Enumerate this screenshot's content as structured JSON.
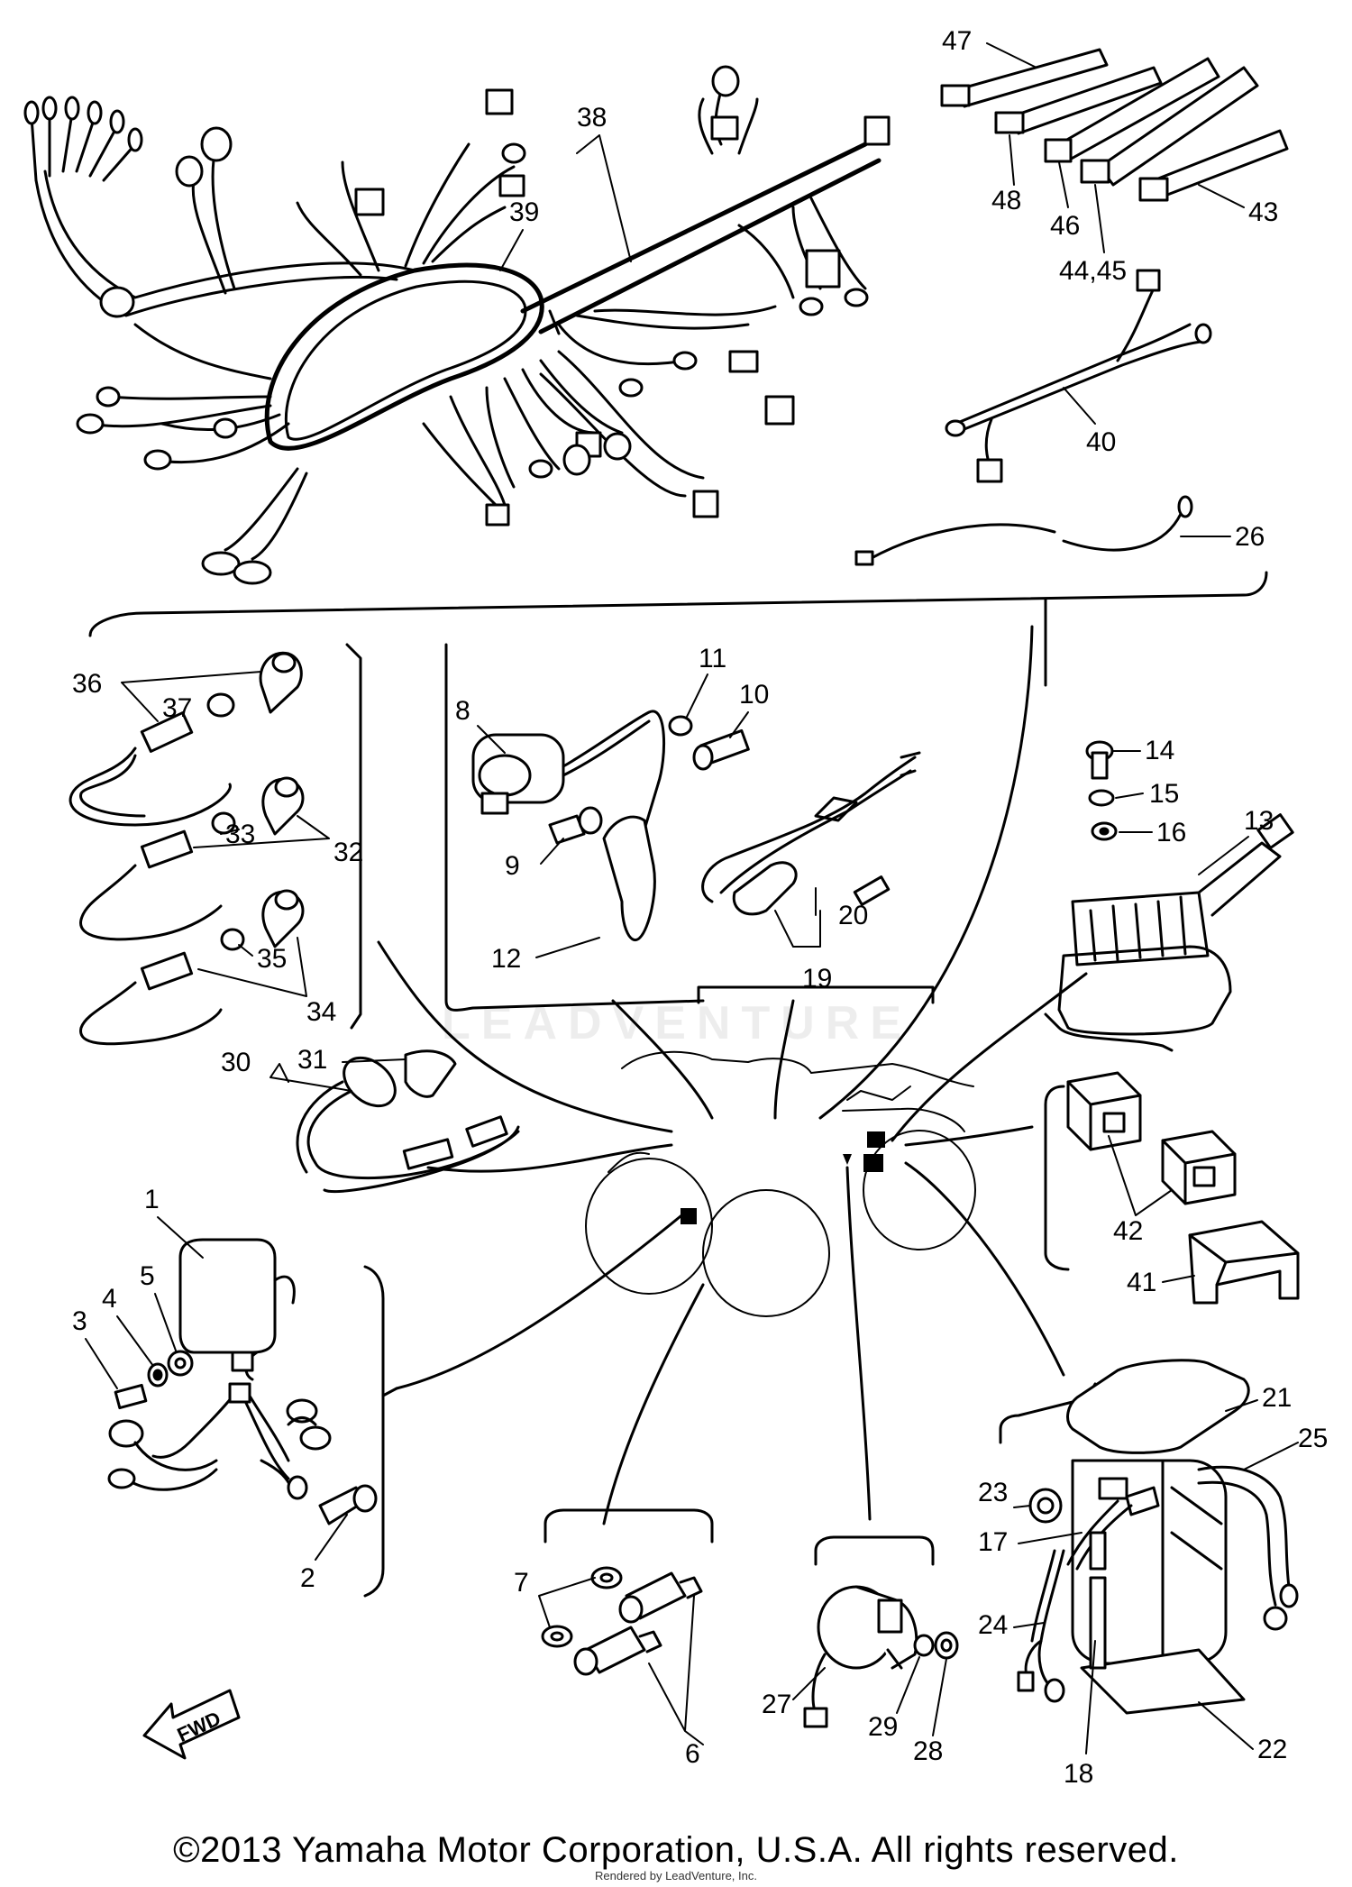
{
  "callouts": {
    "c1": "1",
    "c2": "2",
    "c3": "3",
    "c4": "4",
    "c5": "5",
    "c6": "6",
    "c7": "7",
    "c8": "8",
    "c9": "9",
    "c10": "10",
    "c11": "11",
    "c12": "12",
    "c13": "13",
    "c14": "14",
    "c15": "15",
    "c16": "16",
    "c17": "17",
    "c18": "18",
    "c19": "19",
    "c20": "20",
    "c21": "21",
    "c22": "22",
    "c23": "23",
    "c24": "24",
    "c25": "25",
    "c26": "26",
    "c27": "27",
    "c28": "28",
    "c29": "29",
    "c30": "30",
    "c31": "31",
    "c32": "32",
    "c33": "33",
    "c34": "34",
    "c35": "35",
    "c36": "36",
    "c37": "37",
    "c38": "38",
    "c39": "39",
    "c40": "40",
    "c41": "41",
    "c42": "42",
    "c43": "43",
    "c44_45": "44,45",
    "c46": "46",
    "c47": "47",
    "c48": "48"
  },
  "fwd_label": "FWD",
  "watermark": "LEADVENTURE",
  "copyright": "©2013 Yamaha Motor Corporation, U.S.A. All rights reserved.",
  "rendered_by": "Rendered by LeadVenture, Inc."
}
